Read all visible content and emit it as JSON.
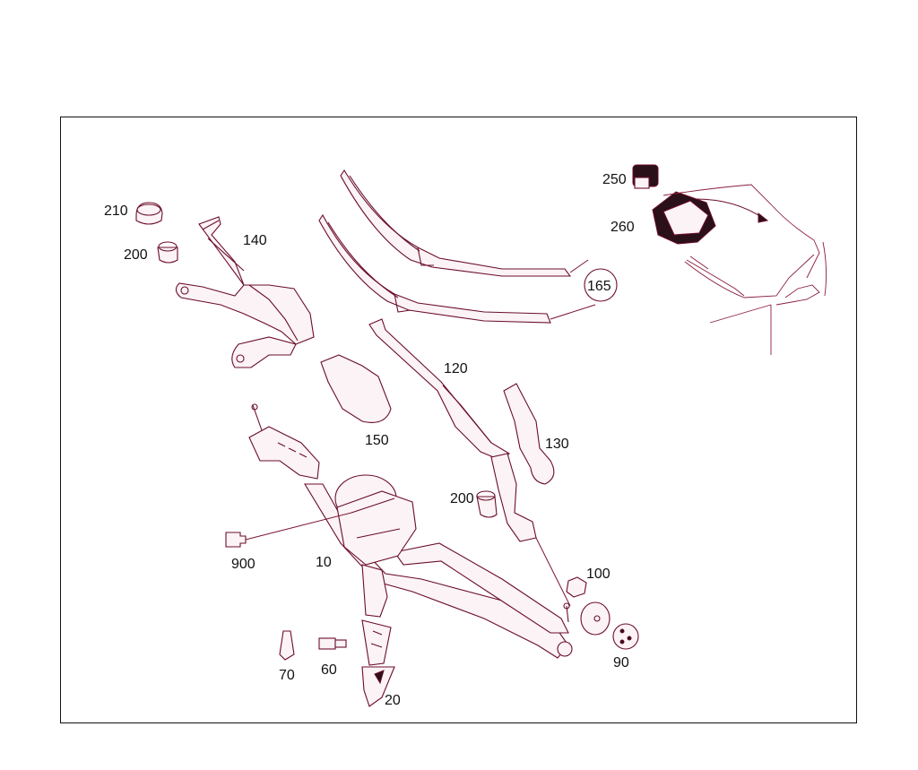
{
  "diagram": {
    "callouts": [
      {
        "id": "c210a",
        "label": "210"
      },
      {
        "id": "c200a",
        "label": "200"
      },
      {
        "id": "c140",
        "label": "140"
      },
      {
        "id": "c165",
        "label": "165"
      },
      {
        "id": "c250",
        "label": "250"
      },
      {
        "id": "c260",
        "label": "260"
      },
      {
        "id": "c120",
        "label": "120"
      },
      {
        "id": "c150",
        "label": "150"
      },
      {
        "id": "c130",
        "label": "130"
      },
      {
        "id": "c200b",
        "label": "200"
      },
      {
        "id": "c900",
        "label": "900"
      },
      {
        "id": "c10",
        "label": "10"
      },
      {
        "id": "c100",
        "label": "100"
      },
      {
        "id": "c90",
        "label": "90"
      },
      {
        "id": "c70",
        "label": "70"
      },
      {
        "id": "c60",
        "label": "60"
      },
      {
        "id": "c20",
        "label": "20"
      }
    ],
    "colors": {
      "line": "#6b0d2a",
      "leader": "#7a1430",
      "label": "#111111",
      "frame": "#111111"
    }
  }
}
